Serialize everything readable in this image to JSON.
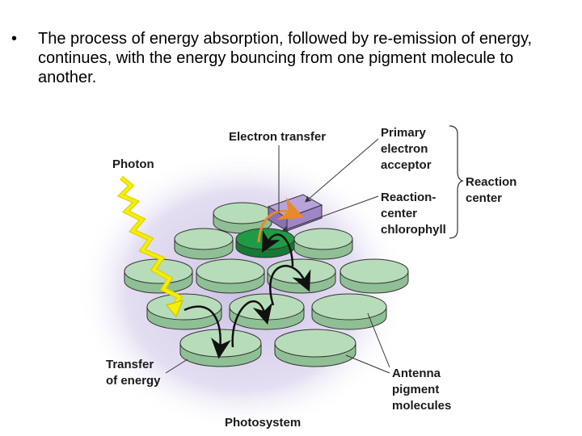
{
  "bullet": {
    "marker": "•",
    "text": "The process of energy absorption, followed by re-emission of energy, continues, with the energy bouncing from one pigment molecule to another."
  },
  "labels": {
    "electron_transfer": "Electron transfer",
    "photon": "Photon",
    "primary_acceptor": [
      "Primary",
      "electron",
      "acceptor"
    ],
    "reaction_center": [
      "Reaction",
      "center"
    ],
    "reaction_center_chlorophyll": [
      "Reaction-",
      "center",
      "chlorophyll"
    ],
    "transfer_of_energy": [
      "Transfer",
      "of energy"
    ],
    "antenna_pigment": [
      "Antenna",
      "pigment",
      "molecules"
    ],
    "photosystem": "Photosystem"
  },
  "colors": {
    "pigment_fill": "#b7dcb9",
    "pigment_side": "#8fbf94",
    "reaction_center_fill": "#1f9a45",
    "acceptor_fill": "#9f86c7",
    "photosystem_glow": "#c9bee3",
    "photon_bolt": "#f5f000",
    "electron_arrow": "#e88a2a"
  }
}
